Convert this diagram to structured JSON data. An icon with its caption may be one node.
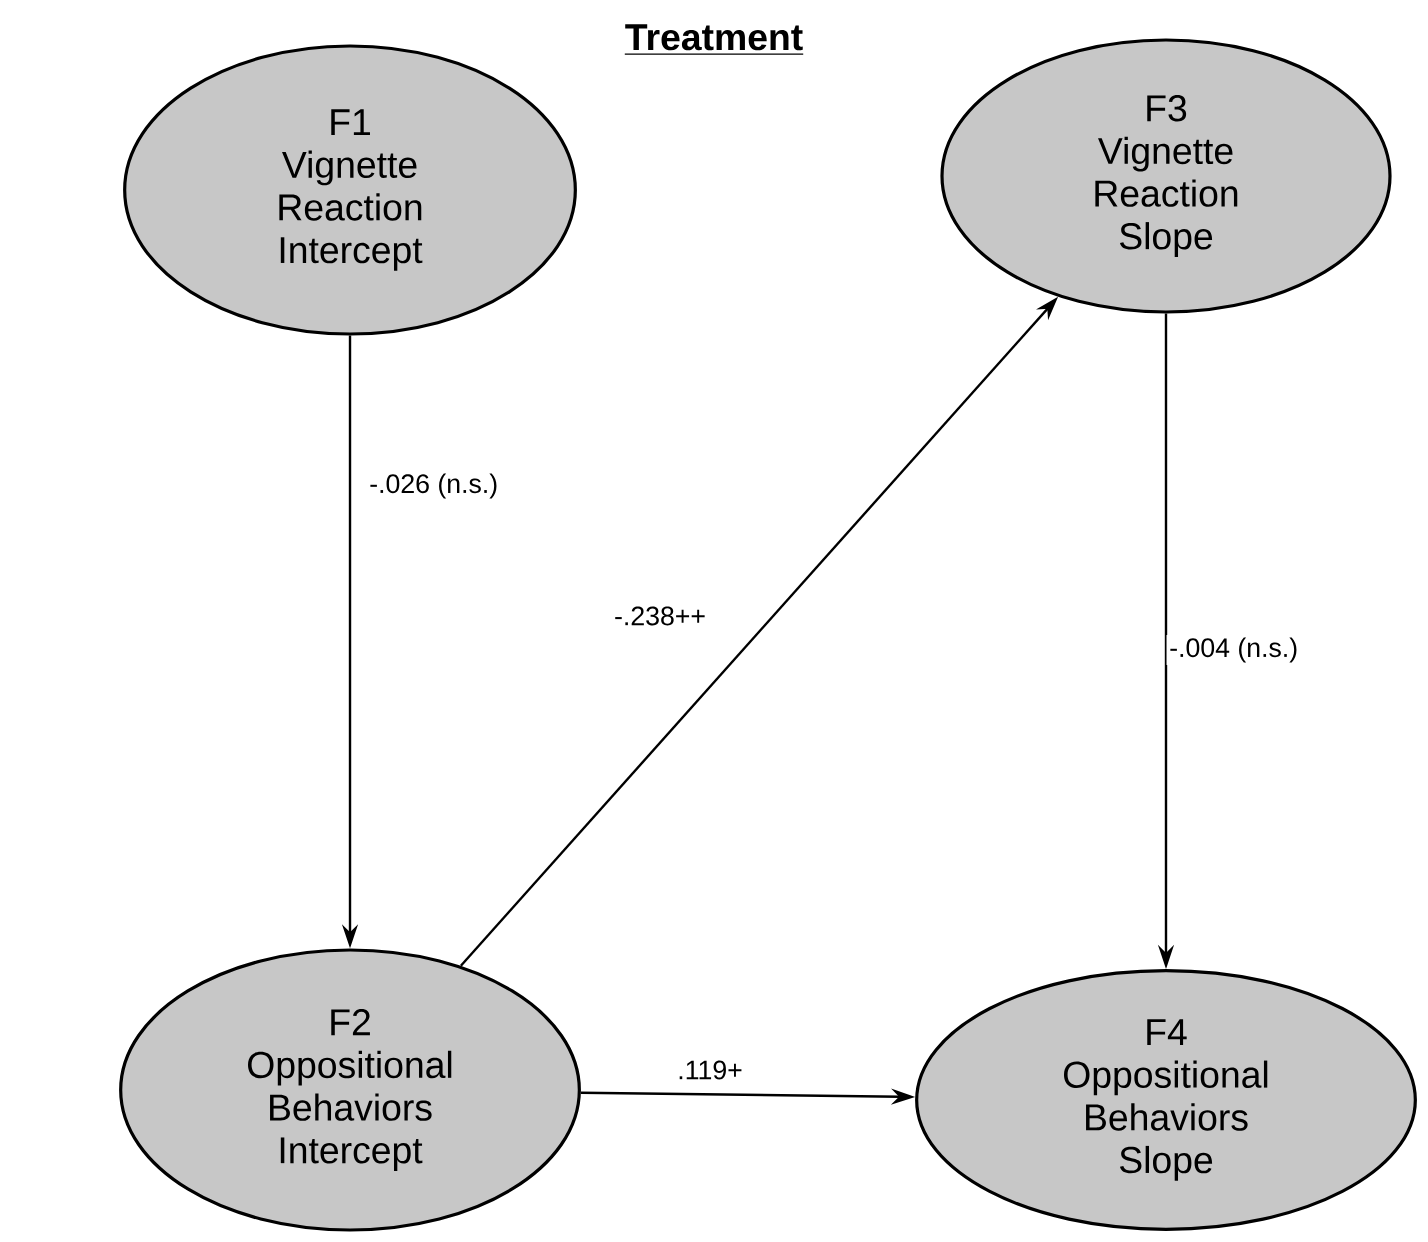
{
  "diagram": {
    "title": "Treatment",
    "nodes": [
      {
        "text": [
          "F1",
          "Vignette Reaction Intercept"
        ]
      },
      {
        "text": [
          "F3",
          "Vignette Reaction Slope"
        ]
      },
      {
        "text": [
          "F2",
          "Oppositional Behaviors Intercept"
        ]
      },
      {
        "text": [
          "F4",
          "Oppositional Behaviors Slope"
        ]
      }
    ],
    "edges": [
      {
        "from": 0,
        "to": 2,
        "arrow": "to",
        "label": "-.026 (n.s.)"
      },
      {
        "from": 2,
        "to": 1,
        "arrow": "to",
        "label": "-.238++"
      },
      {
        "from": 1,
        "to": 3,
        "arrow": "to",
        "label": "-.004 (n.s.)"
      },
      {
        "from": 2,
        "to": 3,
        "arrow": "to",
        "label": ".119+"
      }
    ]
  }
}
